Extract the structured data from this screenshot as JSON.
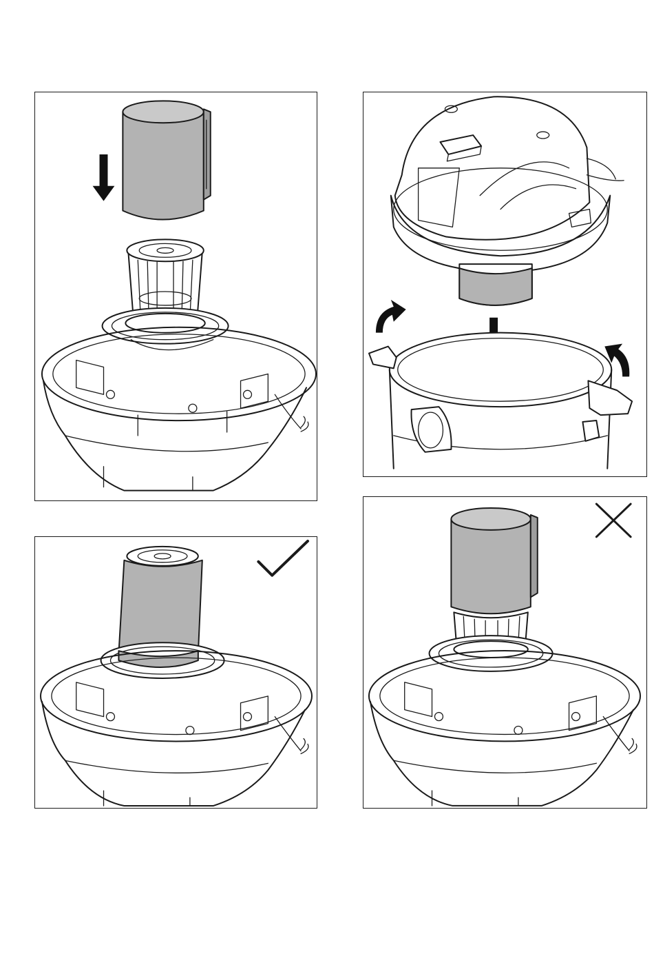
{
  "figure": {
    "panels": [
      {
        "id": "panel-1",
        "step": "fit-filter-cartridge",
        "icons": [
          "down-arrow-icon"
        ]
      },
      {
        "id": "panel-2",
        "step": "attach-motor-head",
        "icons": [
          "down-arrow-icon",
          "rotate-left-arrow-icon",
          "rotate-right-arrow-icon"
        ]
      },
      {
        "id": "panel-3",
        "step": "filter-fitted-correctly",
        "icons": [
          "check-mark-icon"
        ]
      },
      {
        "id": "panel-4",
        "step": "filter-fitted-incorrectly",
        "icons": [
          "cross-mark-icon"
        ]
      }
    ],
    "colors": {
      "line": "#1a1a1a",
      "filter_fill": "#b3b3b3",
      "motor_fill": "#ffffff",
      "arrow_fill": "#111111",
      "background": "#ffffff"
    }
  }
}
